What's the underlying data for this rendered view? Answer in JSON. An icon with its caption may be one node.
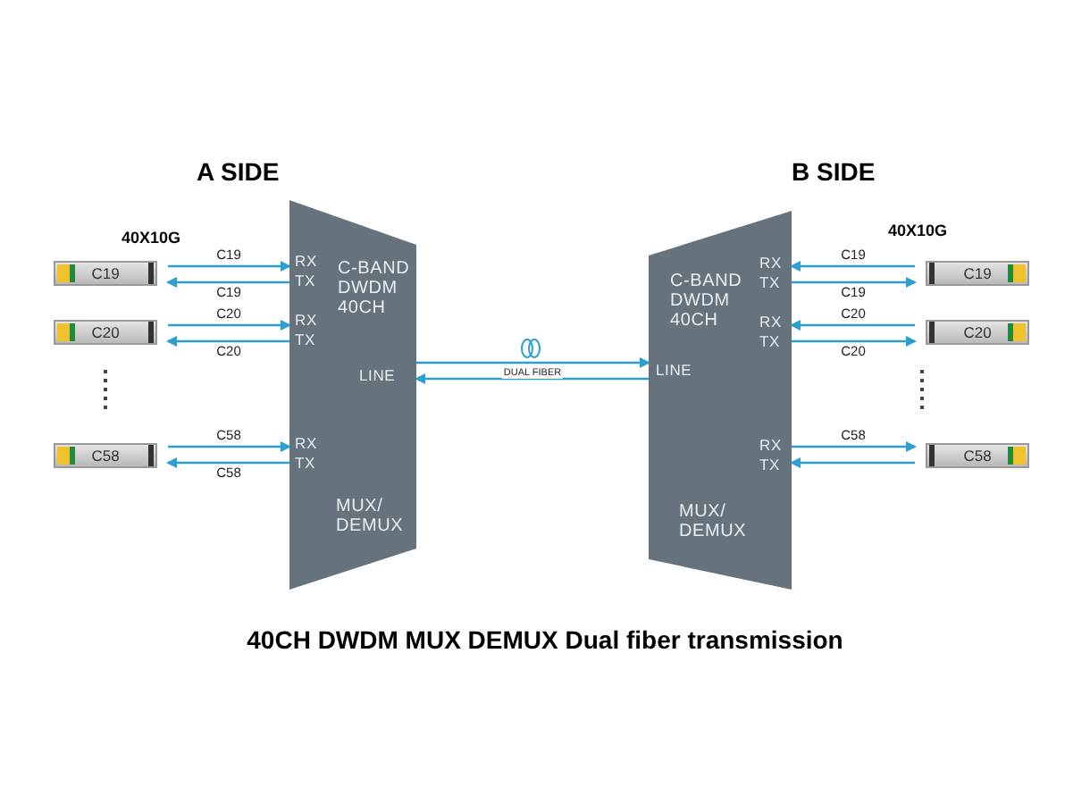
{
  "diagram": {
    "caption": "40CH DWDM MUX DEMUX Dual fiber transmission",
    "nodes": [
      {
        "text": [
          "RX",
          "TX",
          "RX",
          "TX",
          "RX",
          "TX",
          "C-BAND DWDM 40CH",
          "LINE",
          "MUX/ DEMUX"
        ]
      },
      {
        "text": [
          "C19"
        ]
      },
      {
        "text": [
          "C20"
        ]
      },
      {
        "text": [
          "C58"
        ]
      },
      {
        "text": [
          "RX",
          "TX",
          "RX",
          "TX",
          "RX",
          "TX",
          "C-BAND DWDM 40CH",
          "LINE",
          "MUX/ DEMUX"
        ]
      },
      {
        "text": [
          "C19"
        ]
      },
      {
        "text": [
          "C20"
        ]
      },
      {
        "text": [
          "C58"
        ]
      }
    ],
    "edges": [
      {
        "from": 1,
        "to": 0,
        "arrow": "to",
        "label": "C19"
      },
      {
        "from": 0,
        "to": 1,
        "arrow": "to",
        "label": "C19"
      },
      {
        "from": 2,
        "to": 0,
        "arrow": "to",
        "label": "C20"
      },
      {
        "from": 0,
        "to": 2,
        "arrow": "to",
        "label": "C20"
      },
      {
        "from": 3,
        "to": 0,
        "arrow": "to",
        "label": "C58"
      },
      {
        "from": 0,
        "to": 3,
        "arrow": "to",
        "label": "C58"
      },
      {
        "from": 0,
        "to": 4,
        "arrow": "to",
        "label": "DUAL FIBER"
      },
      {
        "from": 4,
        "to": 0,
        "arrow": "to"
      },
      {
        "from": 5,
        "to": 4,
        "arrow": "to",
        "label": "C19"
      },
      {
        "from": 4,
        "to": 5,
        "arrow": "to",
        "label": "C19"
      },
      {
        "from": 6,
        "to": 4,
        "arrow": "to",
        "label": "C20"
      },
      {
        "from": 4,
        "to": 6,
        "arrow": "to",
        "label": "C20"
      },
      {
        "from": 4,
        "to": 7,
        "arrow": "to",
        "label": "C58"
      },
      {
        "from": 7,
        "to": 4,
        "arrow": "to"
      }
    ],
    "labels": [
      "A SIDE",
      "B SIDE",
      "40X10G",
      "40X10G"
    ]
  }
}
